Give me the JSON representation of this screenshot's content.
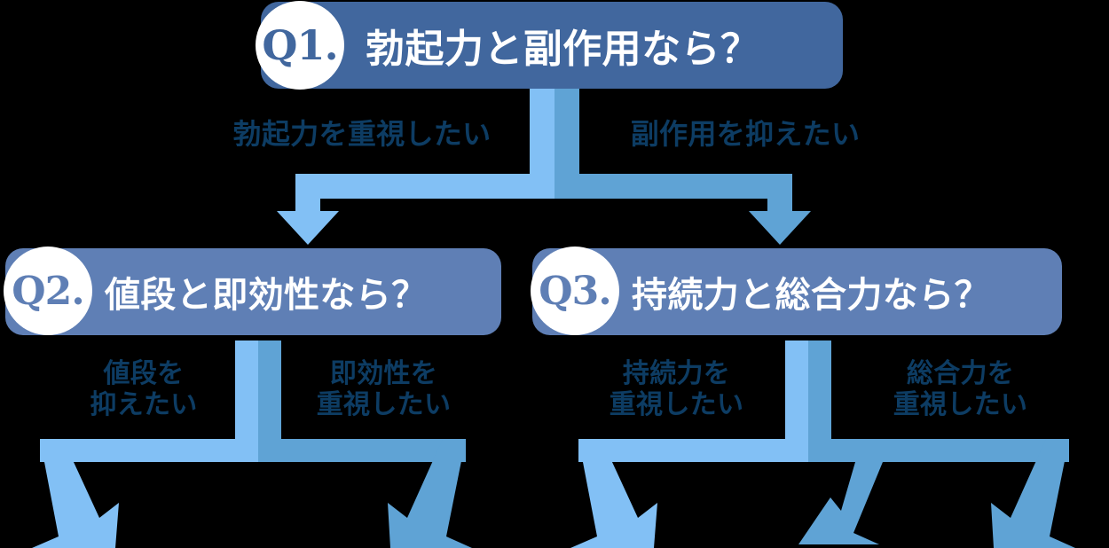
{
  "diagram": {
    "title_flow": "ED treatment selection decision tree",
    "colors": {
      "background": "#000000",
      "box_level1": "#41679E",
      "box_level2": "#5F7FB5",
      "badge_background": "#FFFFFF",
      "box_text": "#FFFFFF",
      "branch_label_text": "#0D3C63",
      "arrow_light": "#82C0F5",
      "arrow_dark": "#5FA3D5"
    }
  },
  "nodes": [
    {
      "id": "q1",
      "badge": "Q1.",
      "question": "勃起力と副作用なら？",
      "level": 1
    },
    {
      "id": "q2",
      "badge": "Q2.",
      "question": "値段と即効性なら？",
      "level": 2
    },
    {
      "id": "q3",
      "badge": "Q3.",
      "question": "持続力と総合力なら？",
      "level": 2
    }
  ],
  "branches": {
    "q1_left": "勃起力を重視したい",
    "q1_right": "副作用を抑えたい",
    "q2_left": "値段を\n抑えたい",
    "q2_right": "即効性を\n重視したい",
    "q3_left": "持続力を\n重視したい",
    "q3_right": "総合力を\n重視したい"
  }
}
